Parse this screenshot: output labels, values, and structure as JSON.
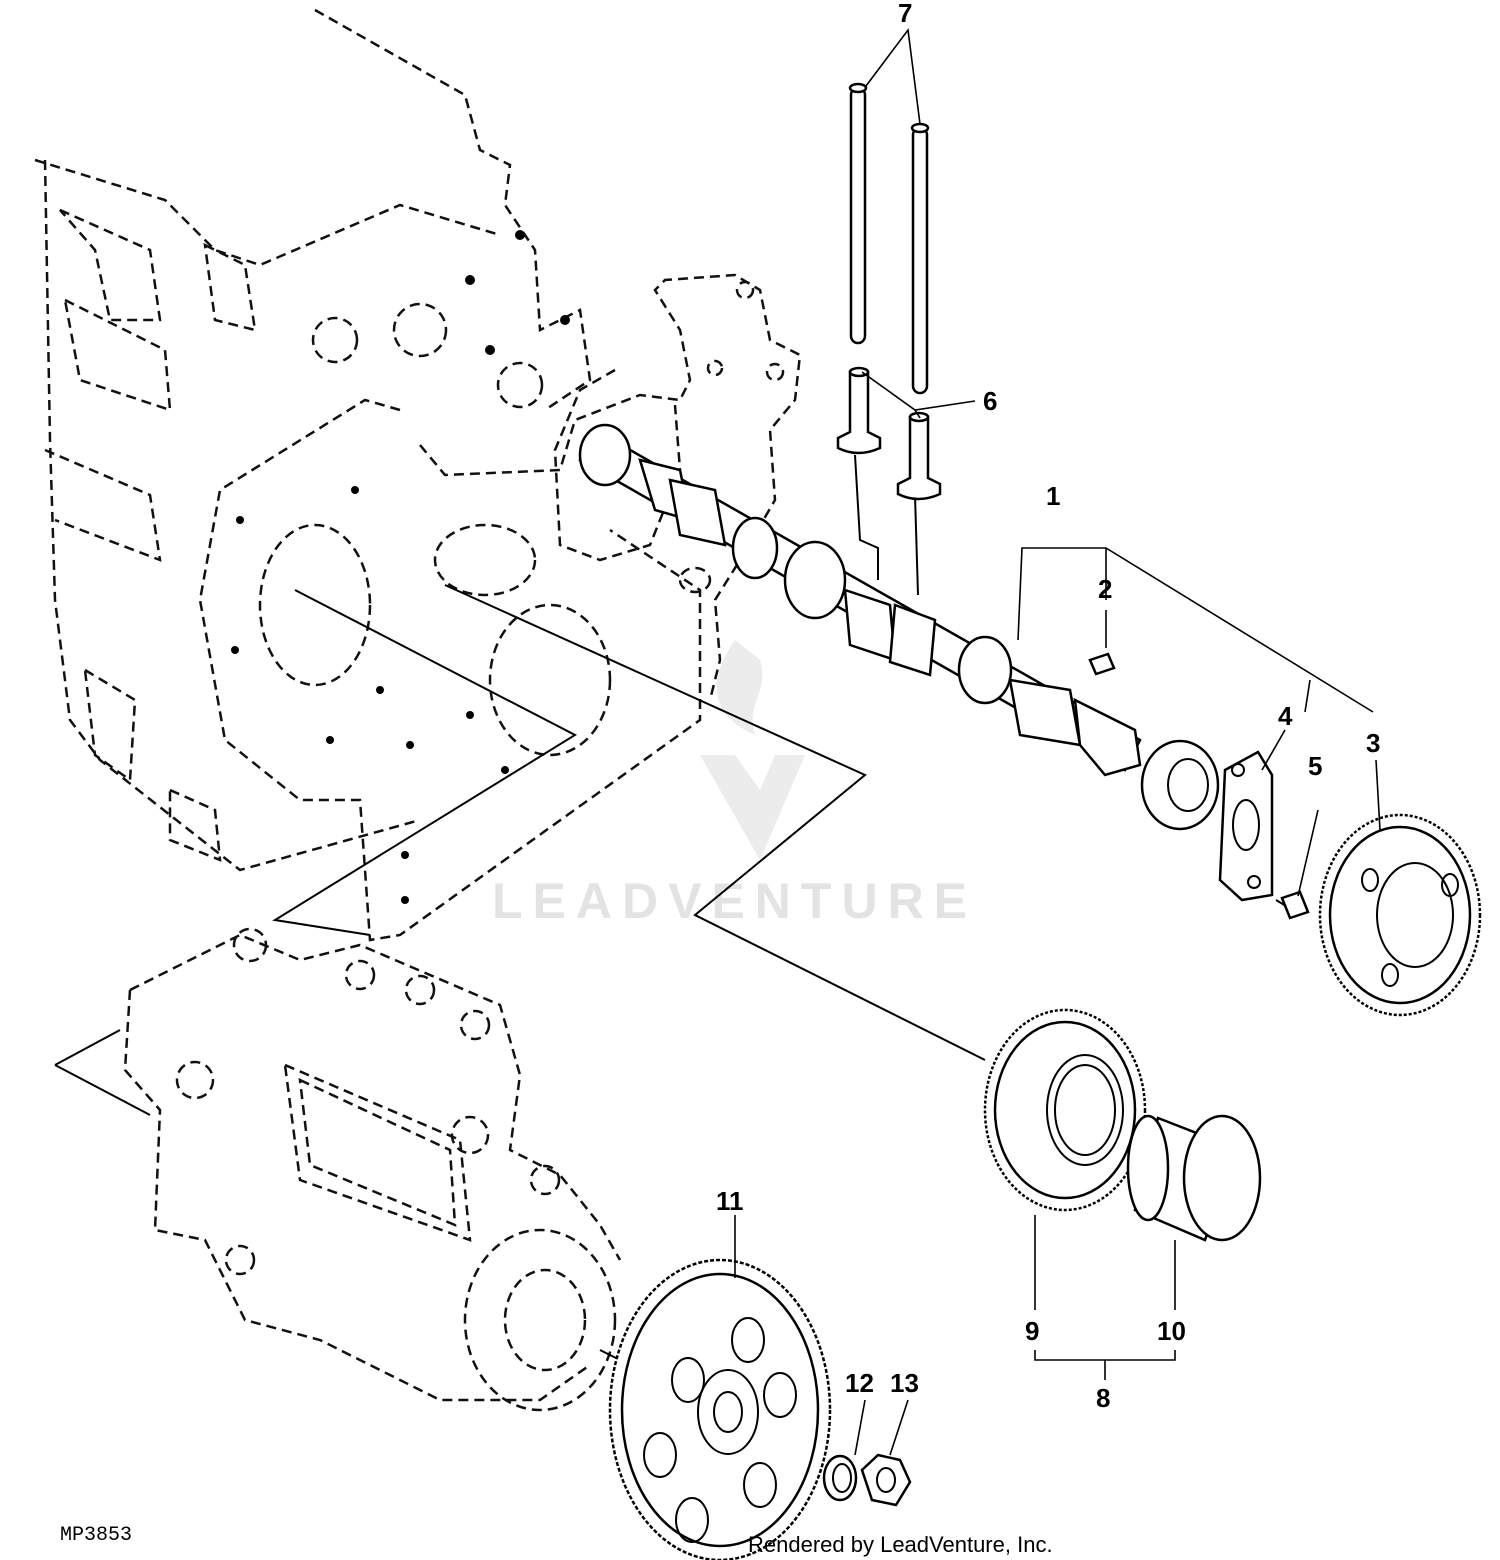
{
  "figure": {
    "code": "MP3853",
    "credit": "Rendered by LeadVenture, Inc.",
    "watermark": "LEADVENTURE"
  },
  "callouts": [
    {
      "id": "1",
      "label": "1"
    },
    {
      "id": "2",
      "label": "2"
    },
    {
      "id": "3",
      "label": "3"
    },
    {
      "id": "4",
      "label": "4"
    },
    {
      "id": "5",
      "label": "5"
    },
    {
      "id": "6",
      "label": "6"
    },
    {
      "id": "7",
      "label": "7"
    },
    {
      "id": "8",
      "label": "8"
    },
    {
      "id": "9",
      "label": "9"
    },
    {
      "id": "10",
      "label": "10"
    },
    {
      "id": "11",
      "label": "11"
    },
    {
      "id": "12",
      "label": "12"
    },
    {
      "id": "13",
      "label": "13"
    }
  ]
}
